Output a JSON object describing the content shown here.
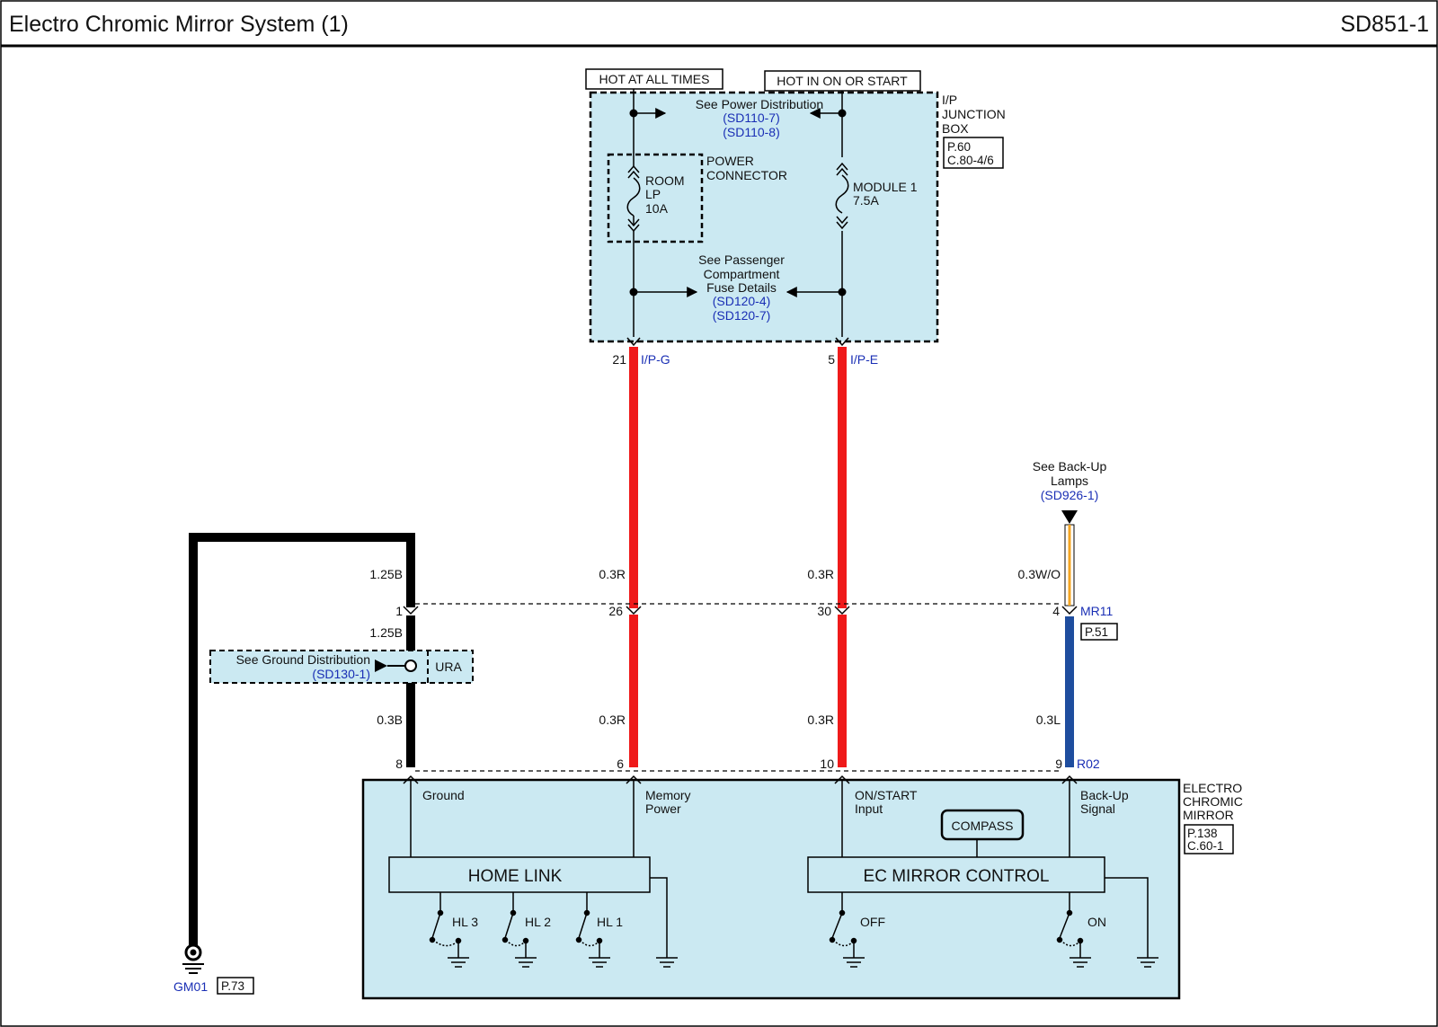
{
  "header": {
    "title": "Electro Chromic Mirror System (1)",
    "code": "SD851-1"
  },
  "junction_box": {
    "hot_at_all_times": "HOT AT ALL TIMES",
    "hot_in_on_or_start": "HOT IN ON OR START",
    "name_line1": "I/P",
    "name_line2": "JUNCTION",
    "name_line3": "BOX",
    "page": "P.60",
    "connector": "C.80-4/6",
    "power_dist": "See Power Distribution",
    "power_dist_ref1": "(SD110-7)",
    "power_dist_ref2": "(SD110-8)",
    "room_fuse_1": "ROOM",
    "room_fuse_2": "LP",
    "room_fuse_3": "10A",
    "power_connector_1": "POWER",
    "power_connector_2": "CONNECTOR",
    "module_fuse_1": "MODULE 1",
    "module_fuse_2": "7.5A",
    "passenger_fuse_1": "See Passenger",
    "passenger_fuse_2": "Compartment",
    "passenger_fuse_3": "Fuse Details",
    "passenger_fuse_ref1": "(SD120-4)",
    "passenger_fuse_ref2": "(SD120-7)"
  },
  "pins": {
    "p21": "21",
    "ip_g": "I/P-G",
    "p5": "5",
    "ip_e": "I/P-E",
    "p1": "1",
    "p26": "26",
    "p30": "30",
    "p4": "4",
    "mr11": "MR11",
    "mr11_page": "P.51",
    "p8": "8",
    "p6": "6",
    "p10": "10",
    "p9": "9",
    "r02": "R02"
  },
  "wires": {
    "ground_upper": "1.25B",
    "ground_mid": "1.25B",
    "ground_lower": "0.3B",
    "memory_upper": "0.3R",
    "memory_lower": "0.3R",
    "onstart_upper": "0.3R",
    "onstart_lower": "0.3R",
    "backup_upper": "0.3W/O",
    "backup_lower": "0.3L"
  },
  "backup": {
    "see_1": "See Back-Up",
    "see_2": "Lamps",
    "ref": "(SD926-1)"
  },
  "splice": {
    "see": "See Ground Distribution",
    "ref": "(SD130-1)",
    "name": "URA"
  },
  "mirror": {
    "ground": "Ground",
    "memory_1": "Memory",
    "memory_2": "Power",
    "onstart_1": "ON/START",
    "onstart_2": "Input",
    "backup_1": "Back-Up",
    "backup_2": "Signal",
    "compass": "COMPASS",
    "home_link": "HOME  LINK",
    "ec_control": "EC  MIRROR CONTROL",
    "hl3": "HL 3",
    "hl2": "HL 2",
    "hl1": "HL 1",
    "off": "OFF",
    "on": "ON",
    "name_1": "ELECTRO",
    "name_2": "CHROMIC",
    "name_3": "MIRROR",
    "page": "P.138",
    "connector": "C.60-1"
  },
  "ground": {
    "name": "GM01",
    "page": "P.73"
  },
  "colors": {
    "box_fill": "#cbe9f2",
    "wire_red": "#ef1a1a",
    "wire_blue": "#1e4d9e",
    "wire_white_orange_stripe": "#f5a623",
    "reference_text": "#1a2fb5"
  }
}
